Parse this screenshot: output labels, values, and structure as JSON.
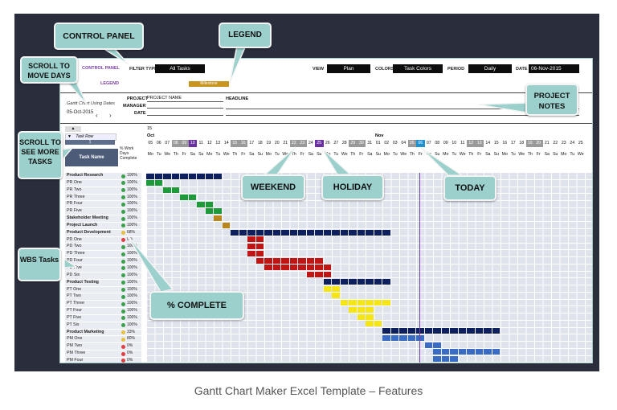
{
  "control_panel": {
    "label": "CONTROL PANEL",
    "filter_type_label": "FILTER TYPE",
    "filter_type_value": "All Tasks",
    "view_label": "VIEW",
    "view_value": "Plan",
    "colors_label": "COLORS",
    "colors_value": "Task Colors",
    "period_label": "PERIOD",
    "period_value": "Daily",
    "date_label": "DATE",
    "date_value": "06-Nov-2015",
    "legend_label": "LEGEND",
    "legend_item": "Milestone"
  },
  "project": {
    "brand": "Gantt Chart Using Dates",
    "start_date": "05-Oct-2015",
    "project_label": "PROJECT",
    "project_value": "PROJECT NAME",
    "manager_label": "MANAGER",
    "date_label": "DATE",
    "headline_label": "HEADLINE"
  },
  "task_header": {
    "task_scroll_label": "Task Row",
    "task_scroll_value": "1",
    "task_name": "Task Name",
    "pct_header": "% Work Days Complete"
  },
  "timeline": {
    "top_label": "15",
    "month1": "Oct",
    "month2": "Nov",
    "days": [
      "05",
      "06",
      "07",
      "08",
      "09",
      "10",
      "11",
      "12",
      "13",
      "14",
      "15",
      "16",
      "17",
      "18",
      "19",
      "20",
      "21",
      "22",
      "23",
      "24",
      "25",
      "26",
      "27",
      "28",
      "29",
      "30",
      "31",
      "01",
      "02",
      "03",
      "04",
      "05",
      "06",
      "07",
      "08",
      "09",
      "10",
      "11",
      "12",
      "13",
      "14",
      "15",
      "16",
      "17",
      "18",
      "19",
      "20",
      "21",
      "22",
      "23",
      "24",
      "25"
    ],
    "weekdays": [
      "Mo",
      "Tu",
      "We",
      "Th",
      "Fr",
      "Sa",
      "Su",
      "Mo",
      "Tu",
      "We",
      "Th",
      "Fr",
      "Sa",
      "Su",
      "Mo",
      "Tu",
      "We",
      "Th",
      "Fr",
      "Sa",
      "Su",
      "Mo",
      "Tu",
      "We",
      "Th",
      "Fr",
      "Sa",
      "Su",
      "Mo",
      "Tu",
      "We",
      "Th",
      "Fr",
      "Sa",
      "Su",
      "Mo",
      "Tu",
      "We",
      "Th",
      "Fr",
      "Sa",
      "Su",
      "Mo",
      "Tu",
      "We",
      "Th",
      "Fr",
      "Sa",
      "Su",
      "Mo",
      "Tu",
      "We"
    ]
  },
  "tasks": [
    {
      "name": "Product Research",
      "bold": true,
      "pct": "100%",
      "dot": "#3aa04a",
      "bar": {
        "start": 0,
        "len": 9,
        "color": "#0d1f5c"
      }
    },
    {
      "name": "PR One",
      "bold": false,
      "pct": "100%",
      "dot": "#3aa04a",
      "bar": {
        "start": 0,
        "len": 2,
        "color": "#1f9a3a"
      }
    },
    {
      "name": "PR Two",
      "bold": false,
      "pct": "100%",
      "dot": "#3aa04a",
      "bar": {
        "start": 2,
        "len": 2,
        "color": "#1f9a3a"
      }
    },
    {
      "name": "PR Three",
      "bold": false,
      "pct": "100%",
      "dot": "#3aa04a",
      "bar": {
        "start": 4,
        "len": 2,
        "color": "#1f9a3a"
      }
    },
    {
      "name": "PR Four",
      "bold": false,
      "pct": "100%",
      "dot": "#3aa04a",
      "bar": {
        "start": 6,
        "len": 2,
        "color": "#1f9a3a"
      }
    },
    {
      "name": "PR Five",
      "bold": false,
      "pct": "100%",
      "dot": "#3aa04a",
      "bar": {
        "start": 7,
        "len": 2,
        "color": "#1f9a3a"
      }
    },
    {
      "name": "Stakeholder Meeting",
      "bold": true,
      "pct": "100%",
      "dot": "#3aa04a",
      "bar": {
        "start": 8,
        "len": 1,
        "color": "#b8861c"
      }
    },
    {
      "name": "Project Launch",
      "bold": true,
      "pct": "100%",
      "dot": "#3aa04a",
      "bar": {
        "start": 9,
        "len": 1,
        "color": "#b8861c"
      }
    },
    {
      "name": "Product Development",
      "bold": true,
      "pct": "68%",
      "dot": "#e8c040",
      "bar": {
        "start": 10,
        "len": 19,
        "color": "#0d1f5c"
      }
    },
    {
      "name": "PD One",
      "bold": false,
      "pct": "0%",
      "dot": "#e04040",
      "bar": {
        "start": 12,
        "len": 2,
        "color": "#c01515"
      }
    },
    {
      "name": "PD Two",
      "bold": false,
      "pct": "100%",
      "dot": "#3aa04a",
      "bar": {
        "start": 12,
        "len": 2,
        "color": "#c01515"
      }
    },
    {
      "name": "PD Three",
      "bold": false,
      "pct": "100%",
      "dot": "#3aa04a",
      "bar": {
        "start": 12,
        "len": 2,
        "color": "#c01515"
      }
    },
    {
      "name": "PD Four",
      "bold": false,
      "pct": "100%",
      "dot": "#3aa04a",
      "bar": {
        "start": 13,
        "len": 8,
        "color": "#c01515"
      }
    },
    {
      "name": "PD Five",
      "bold": false,
      "pct": "100%",
      "dot": "#3aa04a",
      "bar": {
        "start": 14,
        "len": 8,
        "color": "#c01515"
      }
    },
    {
      "name": "PD Six",
      "bold": false,
      "pct": "100%",
      "dot": "#3aa04a",
      "bar": {
        "start": 19,
        "len": 3,
        "color": "#c01515"
      }
    },
    {
      "name": "Product Testing",
      "bold": true,
      "pct": "100%",
      "dot": "#3aa04a",
      "bar": {
        "start": 21,
        "len": 8,
        "color": "#0d1f5c"
      }
    },
    {
      "name": "PT One",
      "bold": false,
      "pct": "100%",
      "dot": "#3aa04a",
      "bar": {
        "start": 21,
        "len": 2,
        "color": "#f5e416"
      }
    },
    {
      "name": "PT Two",
      "bold": false,
      "pct": "100%",
      "dot": "#3aa04a",
      "bar": {
        "start": 22,
        "len": 1,
        "color": "#f5e416"
      }
    },
    {
      "name": "PT Three",
      "bold": false,
      "pct": "100%",
      "dot": "#3aa04a",
      "bar": {
        "start": 23,
        "len": 6,
        "color": "#f5e416"
      }
    },
    {
      "name": "PT Four",
      "bold": false,
      "pct": "100%",
      "dot": "#3aa04a",
      "bar": {
        "start": 24,
        "len": 3,
        "color": "#f5e416"
      }
    },
    {
      "name": "PT Five",
      "bold": false,
      "pct": "100%",
      "dot": "#3aa04a",
      "bar": {
        "start": 25,
        "len": 2,
        "color": "#f5e416"
      }
    },
    {
      "name": "PT Six",
      "bold": false,
      "pct": "100%",
      "dot": "#3aa04a",
      "bar": {
        "start": 26,
        "len": 2,
        "color": "#f5e416"
      }
    },
    {
      "name": "Product Marketing",
      "bold": true,
      "pct": "33%",
      "dot": "#e8c040",
      "bar": {
        "start": 28,
        "len": 14,
        "color": "#0d1f5c"
      }
    },
    {
      "name": "PM One",
      "bold": false,
      "pct": "80%",
      "dot": "#e8c040",
      "bar": {
        "start": 28,
        "len": 5,
        "color": "#3a6cc4"
      }
    },
    {
      "name": "PM Two",
      "bold": false,
      "pct": "0%",
      "dot": "#e04040",
      "bar": {
        "start": 33,
        "len": 2,
        "color": "#3a6cc4"
      }
    },
    {
      "name": "PM Three",
      "bold": false,
      "pct": "0%",
      "dot": "#e04040",
      "bar": {
        "start": 34,
        "len": 8,
        "color": "#3a6cc4"
      }
    },
    {
      "name": "PM Four",
      "bold": false,
      "pct": "0%",
      "dot": "#e04040",
      "bar": {
        "start": 34,
        "len": 3,
        "color": "#3a6cc4"
      }
    }
  ],
  "callouts": {
    "control_panel": "CONTROL PANEL",
    "legend": "LEGEND",
    "scroll_days": "SCROLL TO MOVE DAYS",
    "scroll_tasks": "SCROLL TO SEE MORE TASKS",
    "wbs": "WBS Tasks",
    "project_notes": "PROJECT NOTES",
    "weekend": "WEEKEND",
    "holiday": "HOLIDAY",
    "today": "TODAY",
    "pct_complete": "% COMPLETE"
  },
  "caption": "Gantt Chart Maker Excel Template – Features",
  "colors": {
    "weekend": "#9a9a9a",
    "holiday": "#6a2fa0",
    "today": "#1e90d0",
    "frame": "#2a2e3c",
    "callout": "#9bd0cc"
  }
}
